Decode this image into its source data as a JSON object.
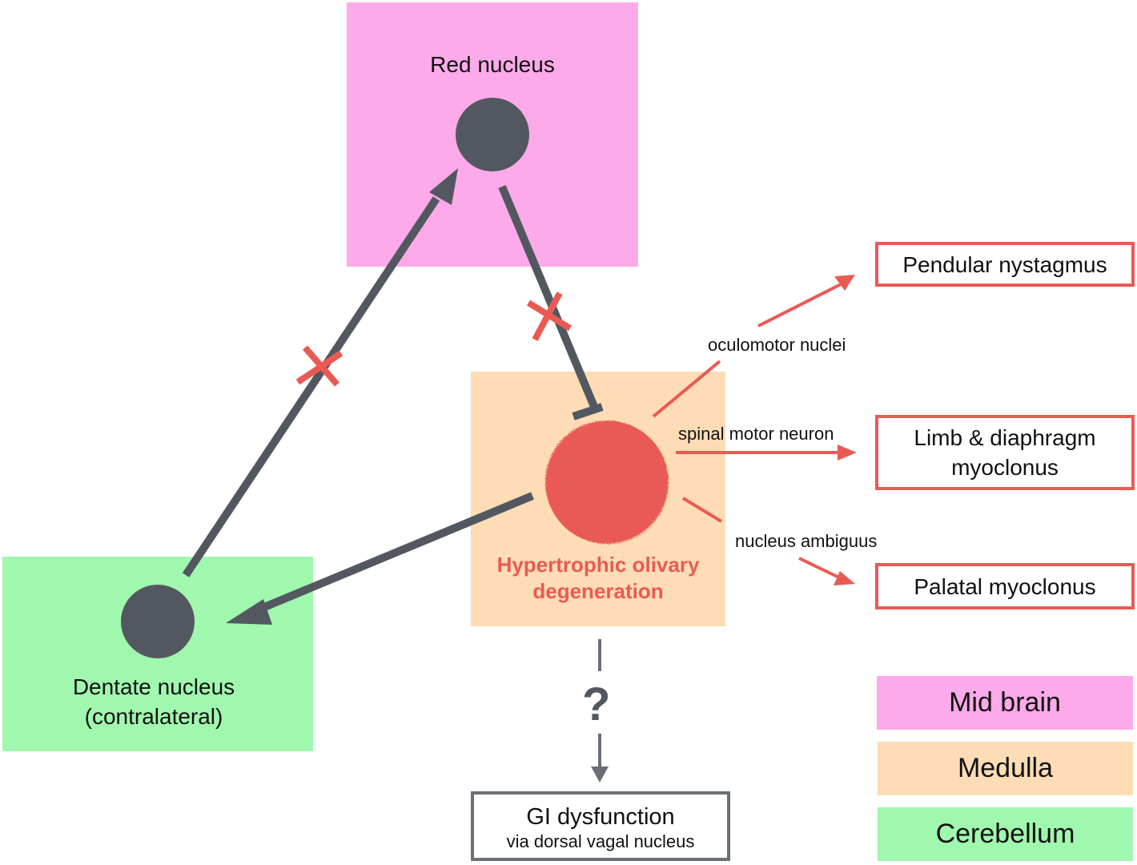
{
  "colors": {
    "midbrain": "#fdaaea",
    "medulla": "#fddcb6",
    "cerebellum": "#a0f7ae",
    "nucleus": "#535860",
    "accent_red": "#ea5a55",
    "gi_gray": "#6a6f76"
  },
  "regions": {
    "red_nucleus": {
      "label": "Red nucleus",
      "region": "Mid brain"
    },
    "dentate_nucleus": {
      "label_line1": "Dentate nucleus",
      "label_line2": "(contralateral)",
      "region": "Cerebellum"
    },
    "inferior_olive": {
      "label_line1": "Hypertrophic olivary",
      "label_line2": "degeneration",
      "region": "Medulla"
    }
  },
  "pathways": [
    {
      "from": "dentate_nucleus",
      "to": "red_nucleus",
      "type": "excitatory",
      "lesioned": true
    },
    {
      "from": "red_nucleus",
      "to": "inferior_olive",
      "type": "inhibitory",
      "lesioned": true
    },
    {
      "from": "inferior_olive",
      "to": "dentate_nucleus",
      "type": "excitatory",
      "lesioned": false
    }
  ],
  "outputs": [
    {
      "via": "oculomotor nuclei",
      "outcome": "Pendular nystagmus"
    },
    {
      "via": "spinal motor neuron",
      "outcome_line1": "Limb & diaphragm",
      "outcome_line2": "myoclonus"
    },
    {
      "via": "nucleus ambiguus",
      "outcome": "Palatal myoclonus"
    }
  ],
  "gi": {
    "question_mark": "?",
    "title": "GI dysfunction",
    "subtitle": "via dorsal vagal nucleus"
  },
  "legend": [
    {
      "label": "Mid brain",
      "color": "#fdaaea"
    },
    {
      "label": "Medulla",
      "color": "#fddcb6"
    },
    {
      "label": "Cerebellum",
      "color": "#a0f7ae"
    }
  ]
}
